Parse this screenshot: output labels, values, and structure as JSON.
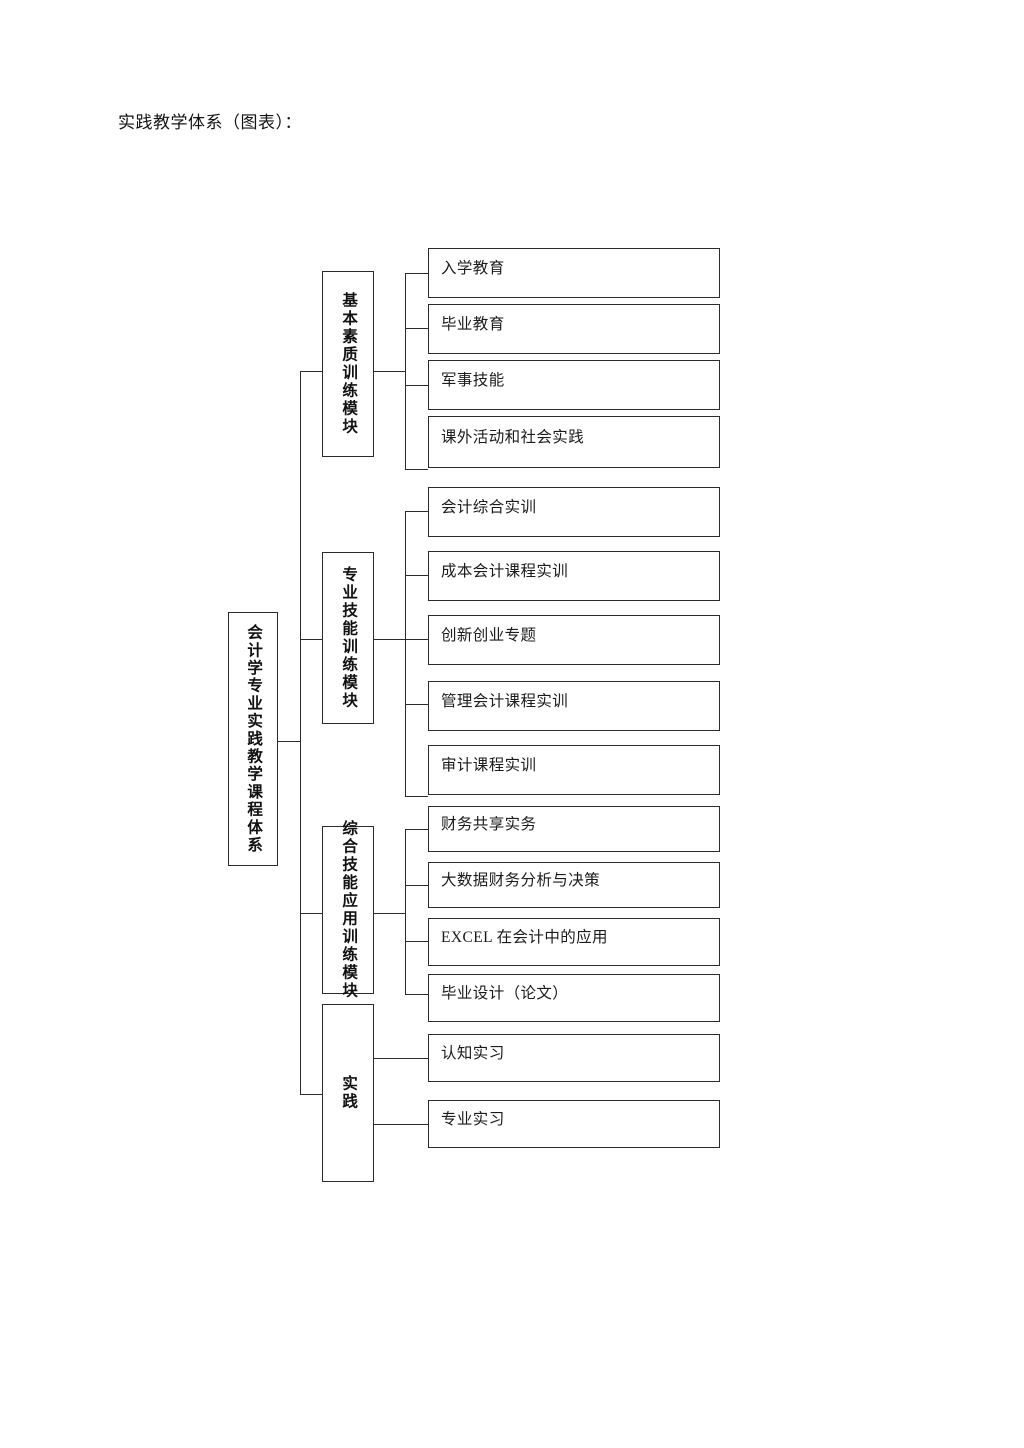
{
  "document": {
    "title": "实践教学体系（图表）："
  },
  "diagram": {
    "type": "tree",
    "root": {
      "label": "会计学专业实践教学课程体系"
    },
    "modules": [
      {
        "label": "基本素质训练模块",
        "items": [
          "入学教育",
          "毕业教育",
          "军事技能",
          "课外活动和社会实践"
        ]
      },
      {
        "label": "专业技能训练模块",
        "items": [
          "会计综合实训",
          "成本会计课程实训",
          "创新创业专题",
          "管理会计课程实训",
          "审计课程实训"
        ]
      },
      {
        "label": "综合技能应用训练模块",
        "items": [
          "财务共享实务",
          "大数据财务分析与决策",
          "EXCEL 在会计中的应用",
          "毕业设计（论文）"
        ]
      },
      {
        "label": "实践",
        "items": [
          "认知实习",
          "专业实习"
        ]
      }
    ],
    "colors": {
      "stroke": "#2b2b2b",
      "text": "#1b1b1b",
      "background": "#ffffff"
    }
  }
}
